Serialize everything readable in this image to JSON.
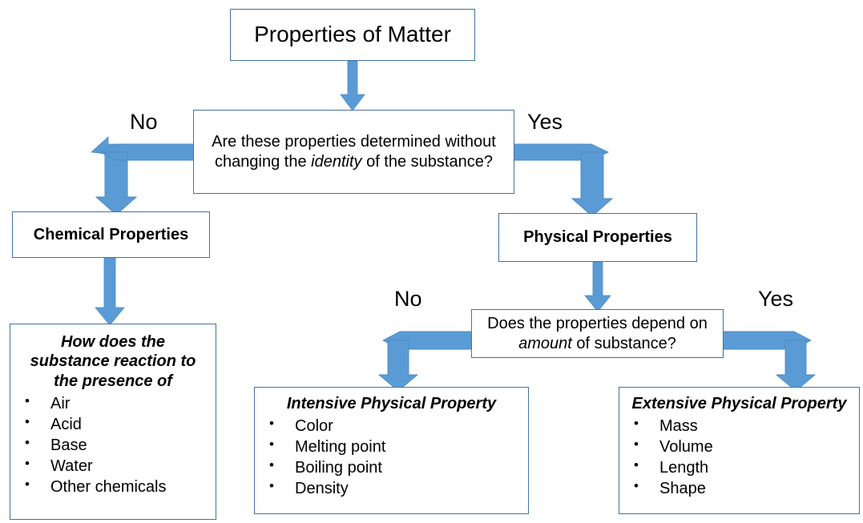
{
  "diagram": {
    "title": "Properties of Matter Flowchart",
    "accent_color": "#5B9BD5",
    "border_color": "#4472A0",
    "root": {
      "label": "Properties of Matter"
    },
    "decision_1": {
      "text_before": "Are these properties determined without changing the ",
      "text_italic": "identity",
      "text_after": " of the substance?",
      "no_label": "No",
      "yes_label": "Yes"
    },
    "chemical": {
      "label": "Chemical Properties"
    },
    "physical": {
      "label": "Physical Properties"
    },
    "chemical_detail": {
      "heading_line_1": "How does the",
      "heading_line_2": "substance reaction to",
      "heading_line_3": "the presence of",
      "items": [
        "Air",
        "Acid",
        "Base",
        "Water",
        "Other chemicals"
      ]
    },
    "decision_2": {
      "text_before": "Does the properties depend on ",
      "text_italic": "amount",
      "text_after": " of substance?",
      "no_label": "No",
      "yes_label": "Yes"
    },
    "intensive": {
      "heading": "Intensive Physical Property",
      "items": [
        "Color",
        "Melting point",
        "Boiling point",
        "Density"
      ]
    },
    "extensive": {
      "heading": "Extensive Physical Property",
      "items": [
        "Mass",
        "Volume",
        "Length",
        "Shape"
      ]
    }
  }
}
